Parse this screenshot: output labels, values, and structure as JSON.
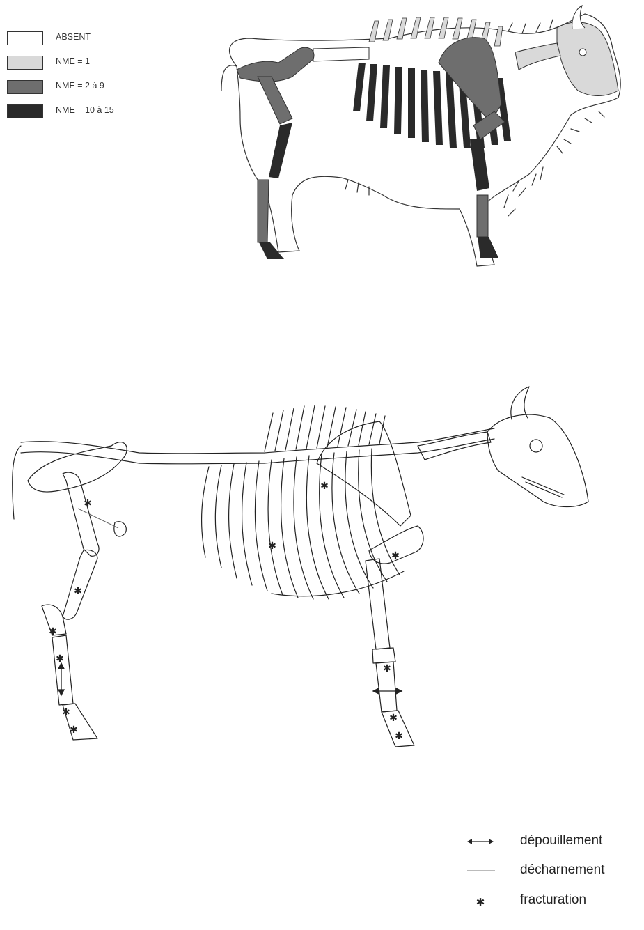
{
  "legend_nme": {
    "items": [
      {
        "label": "ABSENT",
        "color": "#ffffff"
      },
      {
        "label": "NME = 1",
        "color": "#d9d9d9"
      },
      {
        "label": "NME = 2  à 9",
        "color": "#6e6e6e"
      },
      {
        "label": "NME = 10 à 15",
        "color": "#2a2a2a"
      }
    ]
  },
  "legend_marks": {
    "items": [
      {
        "label": "dépouillement",
        "icon": "double-arrow-icon"
      },
      {
        "label": "décharnement",
        "icon": "line-icon"
      },
      {
        "label": "fracturation",
        "icon": "asterisk-icon"
      }
    ]
  },
  "fracture_symbol": "✱"
}
